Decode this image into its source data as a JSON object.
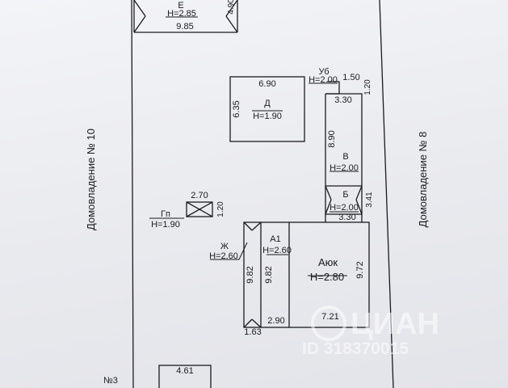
{
  "neighbors": {
    "left": "Домовладение № 10",
    "right": "Домовладение № 8",
    "bottom_left": "№3"
  },
  "buildings": {
    "E": {
      "name": "Е",
      "height": "Н=2.85",
      "width": "9.85",
      "side": "4.90"
    },
    "D": {
      "name": "Д",
      "height": "Н=1.90",
      "width": "6.90",
      "side": "6.35"
    },
    "Ub": {
      "name": "Уб",
      "height": "Н=2.00",
      "width": "1.50",
      "side": "1.20"
    },
    "V": {
      "name": "В",
      "height": "Н=2.00",
      "width": "3.30",
      "side": "8.90"
    },
    "B": {
      "name": "Б",
      "height": "Н=2.00",
      "width": "3.30",
      "side": "3.41"
    },
    "Gp": {
      "name": "Гп",
      "height": "Н=1.90",
      "width": "2.70",
      "side": "1.20"
    },
    "Zh": {
      "name": "Ж",
      "height": "Н=2.60",
      "side": "9.82",
      "bottom": "1.63"
    },
    "A1": {
      "name": "А1",
      "height": "Н=2.60",
      "side": "9.82",
      "bottom": "2.90"
    },
    "Ayuk": {
      "name": "Аюк",
      "height": "Н=2.80",
      "side": "9.72",
      "bottom": "7.21"
    },
    "bottom_box": {
      "width": "4.61"
    }
  },
  "watermark": {
    "brand": "ЦИАН",
    "id": "ID 318370015"
  }
}
